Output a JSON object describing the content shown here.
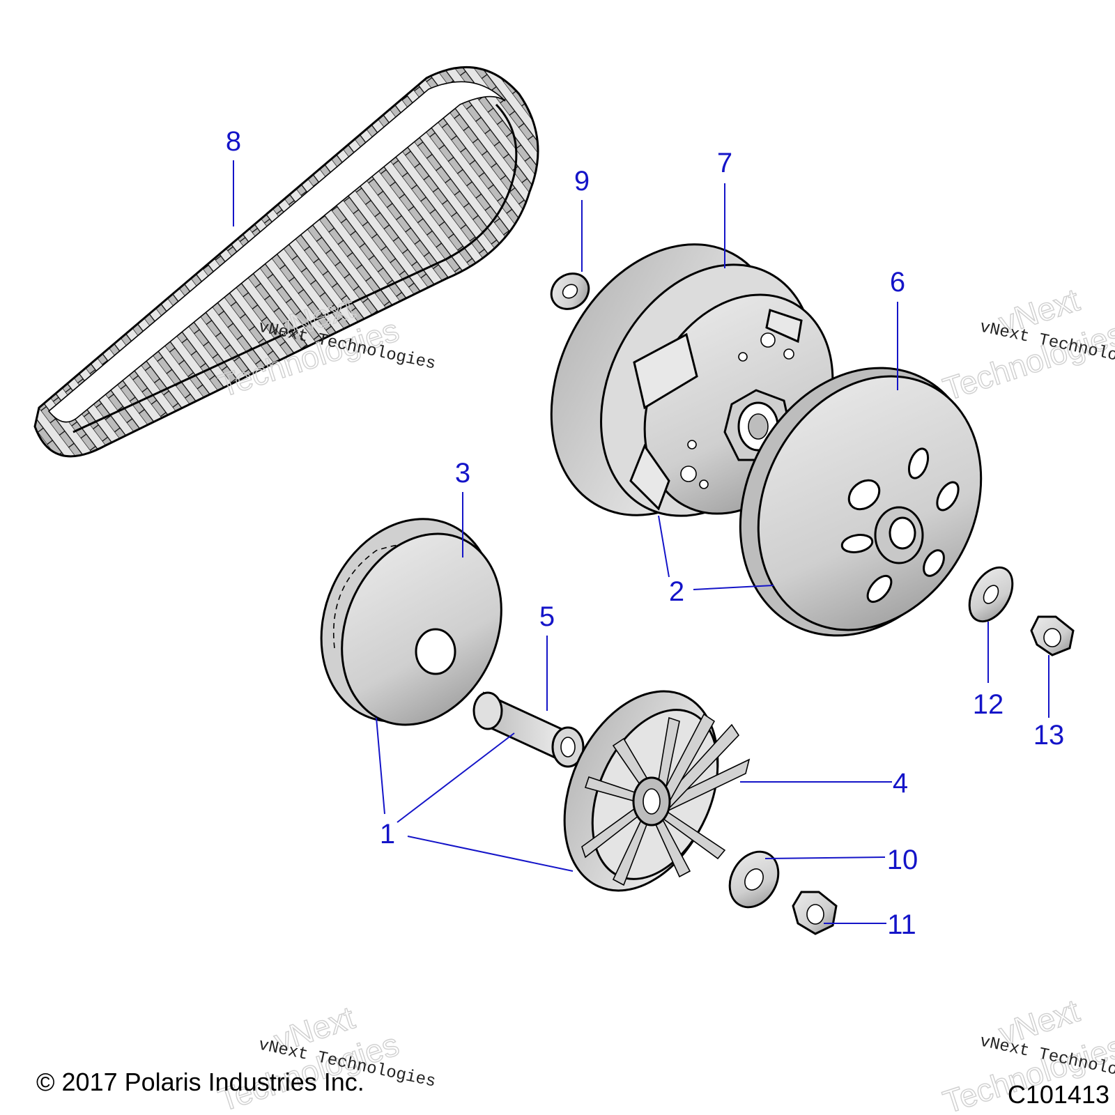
{
  "callouts": {
    "c1": "1",
    "c2": "2",
    "c3": "3",
    "c4": "4",
    "c5": "5",
    "c6": "6",
    "c7": "7",
    "c8": "8",
    "c9": "9",
    "c10": "10",
    "c11": "11",
    "c12": "12",
    "c13": "13"
  },
  "watermark": {
    "line1": "vNext",
    "line2": "Technologies",
    "small": "vNext Technologies"
  },
  "footer": {
    "copyright": "© 2017 Polaris Industries Inc.",
    "code": "C101413"
  },
  "colors": {
    "callout": "#1414c8",
    "part_fill": "#d6d6d6",
    "part_dark": "#9a9a9a"
  }
}
